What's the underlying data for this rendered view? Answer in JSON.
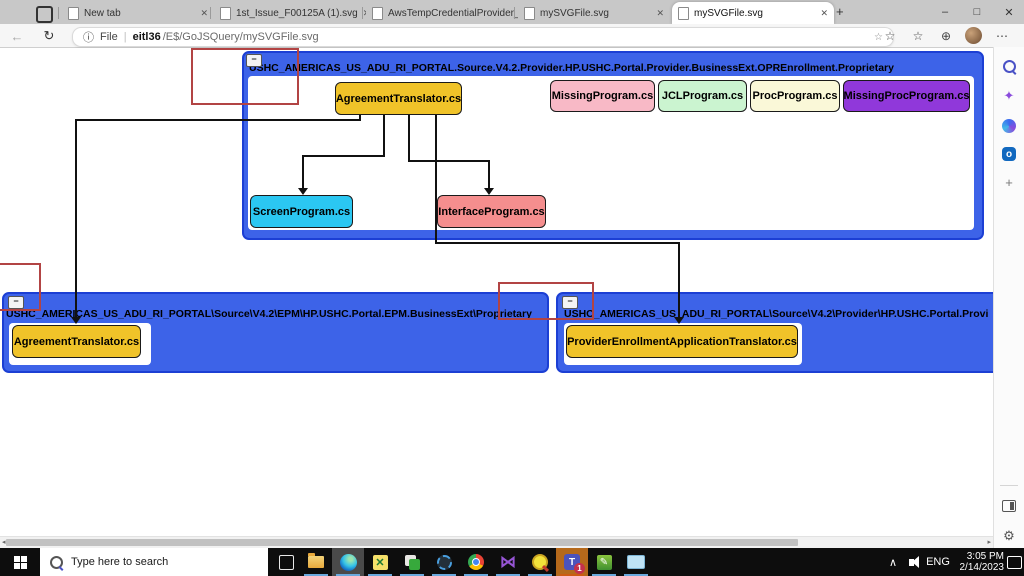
{
  "browser": {
    "tab_strip": {
      "tabs": [
        {
          "label": "New tab"
        },
        {
          "label": "1st_Issue_F00125A (1).svg"
        },
        {
          "label": "AwsTempCredentialProvider_Init"
        },
        {
          "label": "mySVGFile.svg"
        },
        {
          "label": "mySVGFile.svg"
        }
      ],
      "new_tab_glyph": "+",
      "close_glyph": "✕"
    },
    "window_controls": {
      "minimize": "–",
      "maximize": "□",
      "close": "✕"
    },
    "toolbar": {
      "back_glyph": "←",
      "refresh_glyph": "↻",
      "info_glyph": "ⓘ",
      "scheme_label": "File",
      "pipe": "|",
      "url_host": "eitl36",
      "url_path": "/E$/GoJSQuery/mySVGFile.svg",
      "favorites_glyph": "☆",
      "collections_glyph": "⊕",
      "more_glyph": "⋯",
      "address_action_glyph": "☆"
    }
  },
  "diagram": {
    "collapse_glyph": "−",
    "groups": [
      {
        "title": "USHC_AMERICAS_US_ADU_RI_PORTAL.Source.V4.2.Provider.HP.USHC.Portal.Provider.BusinessExt.OPREnrollment.Proprietary"
      },
      {
        "title": "USHC_AMERICAS_US_ADU_RI_PORTAL\\Source\\V4.2\\EPM\\HP.USHC.Portal.EPM.BusinessExt\\Proprietary"
      },
      {
        "title": "USHC_AMERICAS_US_ADU_RI_PORTAL\\Source\\V4.2\\Provider\\HP.USHC.Portal.Provi"
      }
    ],
    "group_fill": "#3D63E8",
    "group_border": "#1C3FD4",
    "annotation_color": "#B24444",
    "nodes": [
      {
        "label": "AgreementTranslator.cs",
        "color": "#F0C329"
      },
      {
        "label": "MissingProgram.cs",
        "color": "#F8B9C6"
      },
      {
        "label": "JCLProgram.cs",
        "color": "#CBF4D0"
      },
      {
        "label": "ProcProgram.cs",
        "color": "#FAF8D8"
      },
      {
        "label": "MissingProcProgram.cs",
        "color": "#9038DA"
      },
      {
        "label": "ScreenProgram.cs",
        "color": "#2BC7F2"
      },
      {
        "label": "InterfaceProgram.cs",
        "color": "#F58E8E"
      },
      {
        "label": "AgreementTranslator.cs",
        "color": "#F0C329"
      },
      {
        "label": "ProviderEnrollmentApplicationTranslator.cs",
        "color": "#F0C329"
      }
    ]
  },
  "scrollbar": {
    "left_glyph": "◂",
    "right_glyph": "▸"
  },
  "sidebar": {
    "copilot_glyph": "✦",
    "outlook_letter": "o",
    "add_glyph": "+",
    "settings_glyph": "⚙"
  },
  "taskbar": {
    "search_placeholder": "Type here to search",
    "teams_badge": "1",
    "vs_glyph": "⋈",
    "green_editor_glyph": "✎",
    "teams_letter": "T",
    "tray": {
      "hidden_icons_glyph": "∧",
      "language": "ENG",
      "time": "3:05 PM",
      "date": "2/14/2023"
    }
  }
}
